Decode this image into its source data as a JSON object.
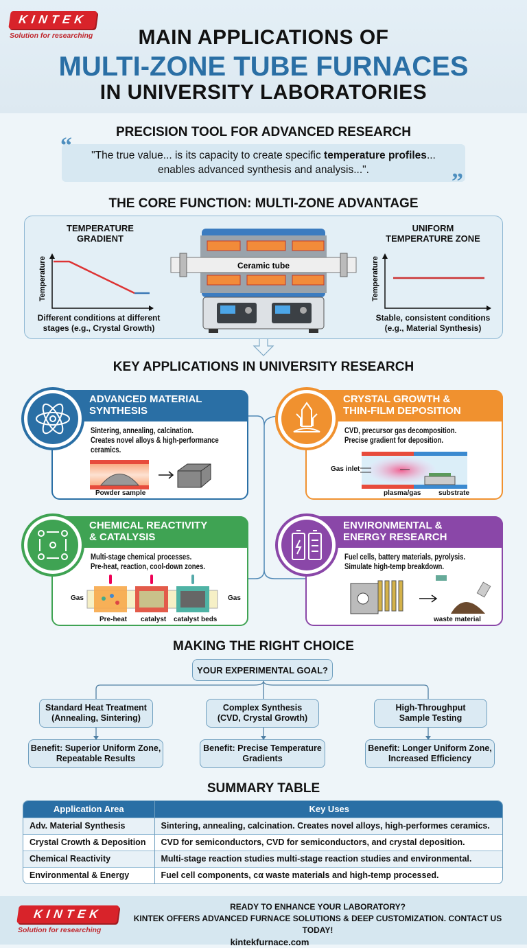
{
  "brand": {
    "name": "KINTEK",
    "tagline": "Solution for researching"
  },
  "header": {
    "line1": "MAIN APPLICATIONS OF",
    "line2": "MULTI-ZONE TUBE FURNACES",
    "line3": "IN UNIVERSITY LABORATORIES"
  },
  "precision": {
    "title": "PRECISION TOOL FOR ADVANCED RESEARCH",
    "quote_a": "\"The true value... is its capacity to create specific ",
    "quote_bold": "temperature profiles",
    "quote_b": "...",
    "quote_c": "enables advanced synthesis and analysis...\"."
  },
  "core": {
    "title": "THE CORE FUNCTION: MULTI-ZONE ADVANTAGE",
    "left": {
      "title1": "TEMPERATURE",
      "title2": "GRADIENT",
      "axis": "Temperature",
      "cap1": "Different conditions at different",
      "cap2": "stages (e.g., Crystal Growth)"
    },
    "furnace_label": "Ceramic tube",
    "right": {
      "title1": "UNIFORM",
      "title2": "TEMPERATURE ZONE",
      "axis": "Temperature",
      "cap1": "Stable, consistent conditions",
      "cap2": "(e.g., Material Synthesis)"
    }
  },
  "applications": {
    "title": "KEY APPLICATIONS IN UNIVERSITY RESEARCH",
    "cards": [
      {
        "title1": "ADVANCED MATERIAL",
        "title2": "SYNTHESIS",
        "desc1": "Sintering, annealing, calcination.",
        "desc2": "Creates novel alloys & high-performance",
        "desc3": "ceramics.",
        "label1": "Powder sample",
        "color": "#2a6fa5",
        "icon": "atom-icon"
      },
      {
        "title1": "CRYSTAL GROWTH &",
        "title2": "THIN-FILM DEPOSITION",
        "desc1": "CVD, precursor gas decomposition.",
        "desc2": "Precise gradient for deposition.",
        "label1": "Gas inlet",
        "label2": "plasma/gas",
        "label3": "substrate",
        "color": "#f0912f",
        "icon": "crystal-icon"
      },
      {
        "title1": "CHEMICAL REACTIVITY",
        "title2": "& CATALYSIS",
        "desc1": "Multi-stage chemical processes.",
        "desc2": "Pre-heat, reaction, cool-down zones.",
        "label_in": "Gas",
        "label_out": "Gas",
        "label1": "Pre-heat",
        "label2": "catalyst",
        "label3": "catalyst beds",
        "color": "#3fa353",
        "icon": "molecule-cycle-icon"
      },
      {
        "title1": "ENVIRONMENTAL &",
        "title2": "ENERGY RESEARCH",
        "desc1": "Fuel cells, battery materials, pyrolysis.",
        "desc2": "Simulate high-temp breakdown.",
        "label1": "waste material",
        "color": "#8a47a8",
        "icon": "battery-icon"
      }
    ]
  },
  "choice": {
    "title": "MAKING THE RIGHT CHOICE",
    "goal": "YOUR EXPERIMENTAL GOAL?",
    "options": [
      {
        "l1": "Standard Heat Treatment",
        "l2": "(Annealing, Sintering)",
        "b1": "Benefit: Superior Uniform Zone,",
        "b2": "Repeatable Results"
      },
      {
        "l1": "Complex Synthesis",
        "l2": "(CVD, Crystal Growth)",
        "b1": "Benefit: Precise Temperature",
        "b2": "Gradients"
      },
      {
        "l1": "High-Throughput",
        "l2": "Sample Testing",
        "b1": "Benefit: Longer Uniform Zone,",
        "b2": "Increased Efficiency"
      }
    ]
  },
  "summary": {
    "title": "SUMMARY TABLE",
    "headers": [
      "Application Area",
      "Key Uses"
    ],
    "rows": [
      [
        "Adv. Material Synthesis",
        "Sintering, annealing, calcination. Creates novel alloys, high-performes ceramics."
      ],
      [
        "Crystal Crowth & Deposition",
        "CVD for semiconductors, CVD for semiconductors, and crystal deposition."
      ],
      [
        "Chemical Reactivity",
        "Multi-stage reaction studies multi-stage reaction studies and environmental."
      ],
      [
        "Environmental & Energy",
        "Fuel cell components, cα waste materials and high-temp processed."
      ]
    ]
  },
  "footer": {
    "line1": "READY TO ENHANCE YOUR LABORATORY?",
    "line2": "KINTEK OFFERS ADVANCED FURNACE SOLUTIONS & DEEP CUSTOMIZATION. CONTACT US TODAY!",
    "url": "kintekfurnace.com"
  }
}
